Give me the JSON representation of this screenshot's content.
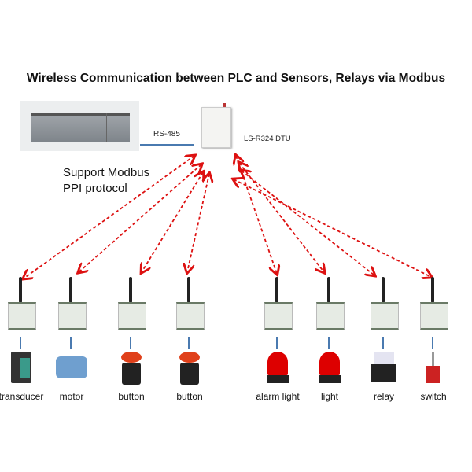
{
  "title": "Wireless Communication between PLC and Sensors, Relays via Modbus",
  "plc": {
    "link_label": "RS-485"
  },
  "dtu": {
    "label": "LS-R324 DTU"
  },
  "support": {
    "line1": "Support Modbus",
    "line2": "PPI protocol"
  },
  "arrow_color": "#dd1111",
  "nodes": [
    {
      "label": "transducer",
      "device": "transducer"
    },
    {
      "label": "motor",
      "device": "motor"
    },
    {
      "label": "button",
      "device": "button"
    },
    {
      "label": "button",
      "device": "button"
    },
    {
      "label": "alarm light",
      "device": "light"
    },
    {
      "label": "light",
      "device": "light"
    },
    {
      "label": "relay",
      "device": "relay"
    },
    {
      "label": "switch",
      "device": "switch"
    }
  ]
}
